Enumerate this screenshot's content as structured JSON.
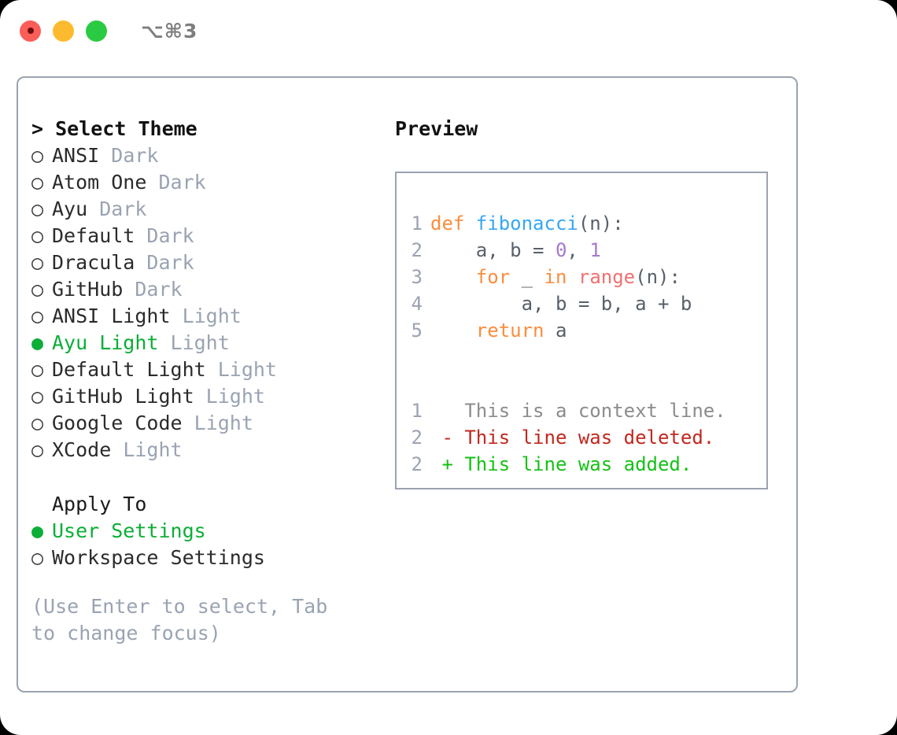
{
  "titlebar": {
    "shortcut": "⌥⌘3",
    "buttons": [
      {
        "name": "close",
        "color": "#FB5D58"
      },
      {
        "name": "minimize",
        "color": "#FCBB2E"
      },
      {
        "name": "zoom",
        "color": "#2ACB42"
      }
    ]
  },
  "theme_picker": {
    "header": "> Select Theme",
    "items": [
      {
        "marker": "○",
        "label": "ANSI",
        "suffix": "Dark",
        "selected": false
      },
      {
        "marker": "○",
        "label": "Atom One",
        "suffix": "Dark",
        "selected": false
      },
      {
        "marker": "○",
        "label": "Ayu",
        "suffix": "Dark",
        "selected": false
      },
      {
        "marker": "○",
        "label": "Default",
        "suffix": "Dark",
        "selected": false
      },
      {
        "marker": "○",
        "label": "Dracula",
        "suffix": "Dark",
        "selected": false
      },
      {
        "marker": "○",
        "label": "GitHub",
        "suffix": "Dark",
        "selected": false
      },
      {
        "marker": "○",
        "label": "ANSI Light",
        "suffix": "Light",
        "selected": false
      },
      {
        "marker": "●",
        "label": "Ayu Light",
        "suffix": "Light",
        "selected": true
      },
      {
        "marker": "○",
        "label": "Default Light",
        "suffix": "Light",
        "selected": false
      },
      {
        "marker": "○",
        "label": "GitHub Light",
        "suffix": "Light",
        "selected": false
      },
      {
        "marker": "○",
        "label": "Google Code",
        "suffix": "Light",
        "selected": false
      },
      {
        "marker": "○",
        "label": "XCode",
        "suffix": "Light",
        "selected": false
      }
    ]
  },
  "apply_to": {
    "header": "Apply To",
    "items": [
      {
        "marker": "●",
        "label": "User Settings",
        "selected": true
      },
      {
        "marker": "○",
        "label": "Workspace Settings",
        "selected": false
      }
    ]
  },
  "hint": "(Use Enter to select, Tab to change focus)",
  "preview": {
    "title": "Preview",
    "code_lines": [
      {
        "num": "1",
        "tokens": [
          {
            "text": "def ",
            "style": "kw"
          },
          {
            "text": "fibonacci",
            "style": "fn"
          },
          {
            "text": "(n):",
            "style": "plain"
          }
        ]
      },
      {
        "num": "2",
        "tokens": [
          {
            "text": "    a, b = ",
            "style": "plain"
          },
          {
            "text": "0",
            "style": "num"
          },
          {
            "text": ", ",
            "style": "plain"
          },
          {
            "text": "1",
            "style": "num"
          }
        ]
      },
      {
        "num": "3",
        "tokens": [
          {
            "text": "    ",
            "style": "plain"
          },
          {
            "text": "for",
            "style": "kw"
          },
          {
            "text": " _ ",
            "style": "plain"
          },
          {
            "text": "in",
            "style": "kw"
          },
          {
            "text": " ",
            "style": "plain"
          },
          {
            "text": "range",
            "style": "call"
          },
          {
            "text": "(n):",
            "style": "plain"
          }
        ]
      },
      {
        "num": "4",
        "tokens": [
          {
            "text": "        a, b = b, a + b",
            "style": "plain"
          }
        ]
      },
      {
        "num": "5",
        "tokens": [
          {
            "text": "    ",
            "style": "plain"
          },
          {
            "text": "return",
            "style": "kw"
          },
          {
            "text": " a",
            "style": "plain"
          }
        ]
      }
    ],
    "diff_lines": [
      {
        "num": "1",
        "marker": "  ",
        "text": "This is a context line.",
        "style": "ctx"
      },
      {
        "num": "2",
        "marker": "- ",
        "text": "This line was deleted.",
        "style": "del"
      },
      {
        "num": "2",
        "marker": "+ ",
        "text": "This line was added.",
        "style": "add"
      }
    ]
  },
  "colors": {
    "accent_green": "#0BAE36",
    "muted": "#9AA3B2",
    "border": "#9BA3B0",
    "keyword": "#FA8D3E",
    "function": "#36A7F3",
    "number": "#A37ACC",
    "call": "#F07171",
    "diff_deleted": "#C0281E",
    "diff_added": "#16C117"
  }
}
